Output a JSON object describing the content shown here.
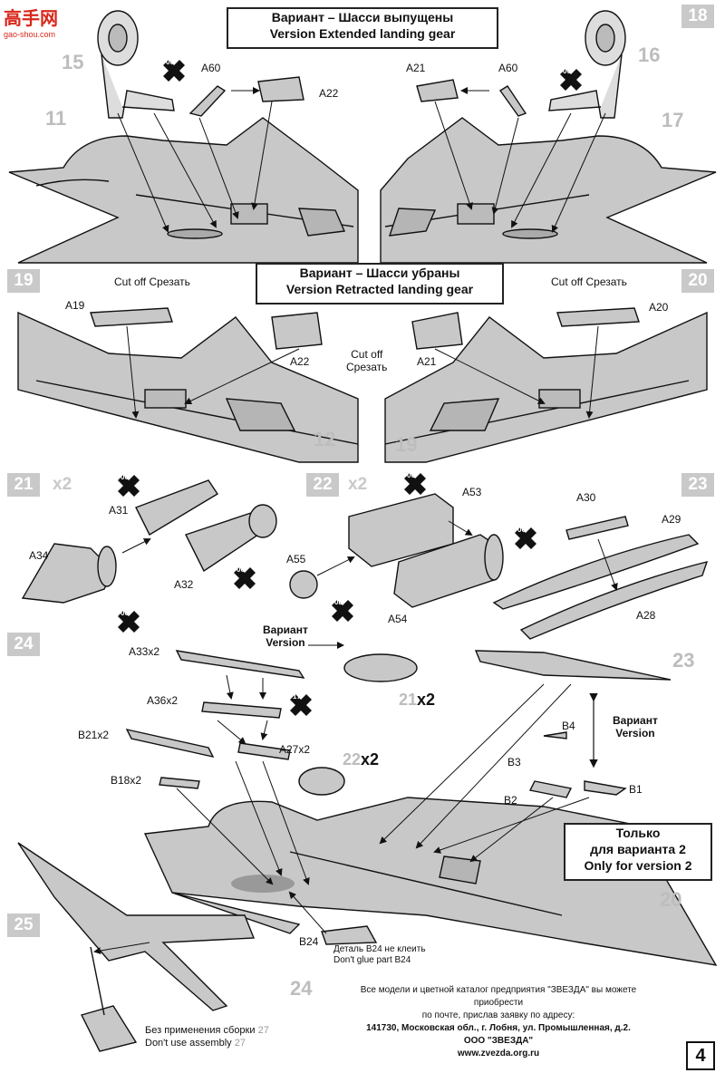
{
  "logo": {
    "text": "高手网",
    "url_text": "gao-shou.com"
  },
  "page_number": "4",
  "top_box": {
    "line1": "Вариант – Шасси выпущены",
    "line2": "Version Extended landing gear"
  },
  "mid_box": {
    "line1": "Вариант – Шасси убраны",
    "line2": "Version Retracted landing gear"
  },
  "steps": {
    "s18": "18",
    "s19": "19",
    "s20": "20",
    "s21": "21",
    "s22": "22",
    "s23": "23",
    "s24": "24",
    "s25": "25"
  },
  "multipliers": {
    "x2a": "x2",
    "x2b": "x2"
  },
  "ref_numbers": {
    "r15": "15",
    "r11": "11",
    "r16": "16",
    "r17": "17",
    "r12": "12",
    "r19": "19",
    "r23": "23",
    "r20": "20",
    "r24": "24",
    "r21": "21",
    "r22": "22"
  },
  "parts": {
    "A60_left": "A60",
    "A22_top": "A22",
    "A21_top": "A21",
    "A60_right": "A60",
    "A19": "A19",
    "A22_mid": "A22",
    "A21_mid": "A21",
    "A20": "A20",
    "A31": "A31",
    "A34": "A34",
    "A32": "A32",
    "A53": "A53",
    "A55": "A55",
    "A54": "A54",
    "A30": "A30",
    "A29": "A29",
    "A28": "A28",
    "A33x2": "A33x2",
    "A36x2": "A36x2",
    "B21x2": "B21x2",
    "B18x2": "B18x2",
    "A27x2": "A27x2",
    "B4": "B4",
    "B3": "B3",
    "B2": "B2",
    "B1": "B1",
    "B24": "B24"
  },
  "cut_off": {
    "en": "Cut off",
    "ru": "Срезать"
  },
  "variant_label": {
    "ru": "Вариант",
    "en": "Version"
  },
  "ref21x2": {
    "num": "21",
    "mult": "x2"
  },
  "ref22x2": {
    "num": "22",
    "mult": "x2"
  },
  "only_v2": {
    "line1": "Только",
    "line2": "для варианта 2",
    "line3": "Only for version 2"
  },
  "b24_note": {
    "ru": "Деталь B24 не клеить",
    "en": "Don't glue part B24"
  },
  "no_assembly": {
    "ru_prefix": "Без применения сборки ",
    "en_prefix": "Don't use assembly ",
    "num": "27"
  },
  "badges": {
    "b06": "06",
    "b08": "08",
    "b17": "17"
  },
  "footer": {
    "line1": "Все модели и цветной каталог предприятия \"ЗВЕЗДА\" вы можете приобрести",
    "line2": "по почте, прислав заявку по адресу:",
    "line3": "141730, Московская обл., г. Лобня, ул. Промышленная, д.2.",
    "line4": "ООО \"ЗВЕЗДА\"",
    "line5": "www.zvezda.org.ru"
  },
  "colors": {
    "aircraft_gray": "#c8c8c8",
    "step_gray": "#c9c9c9",
    "line": "#111111",
    "logo_red": "#d9281c"
  }
}
